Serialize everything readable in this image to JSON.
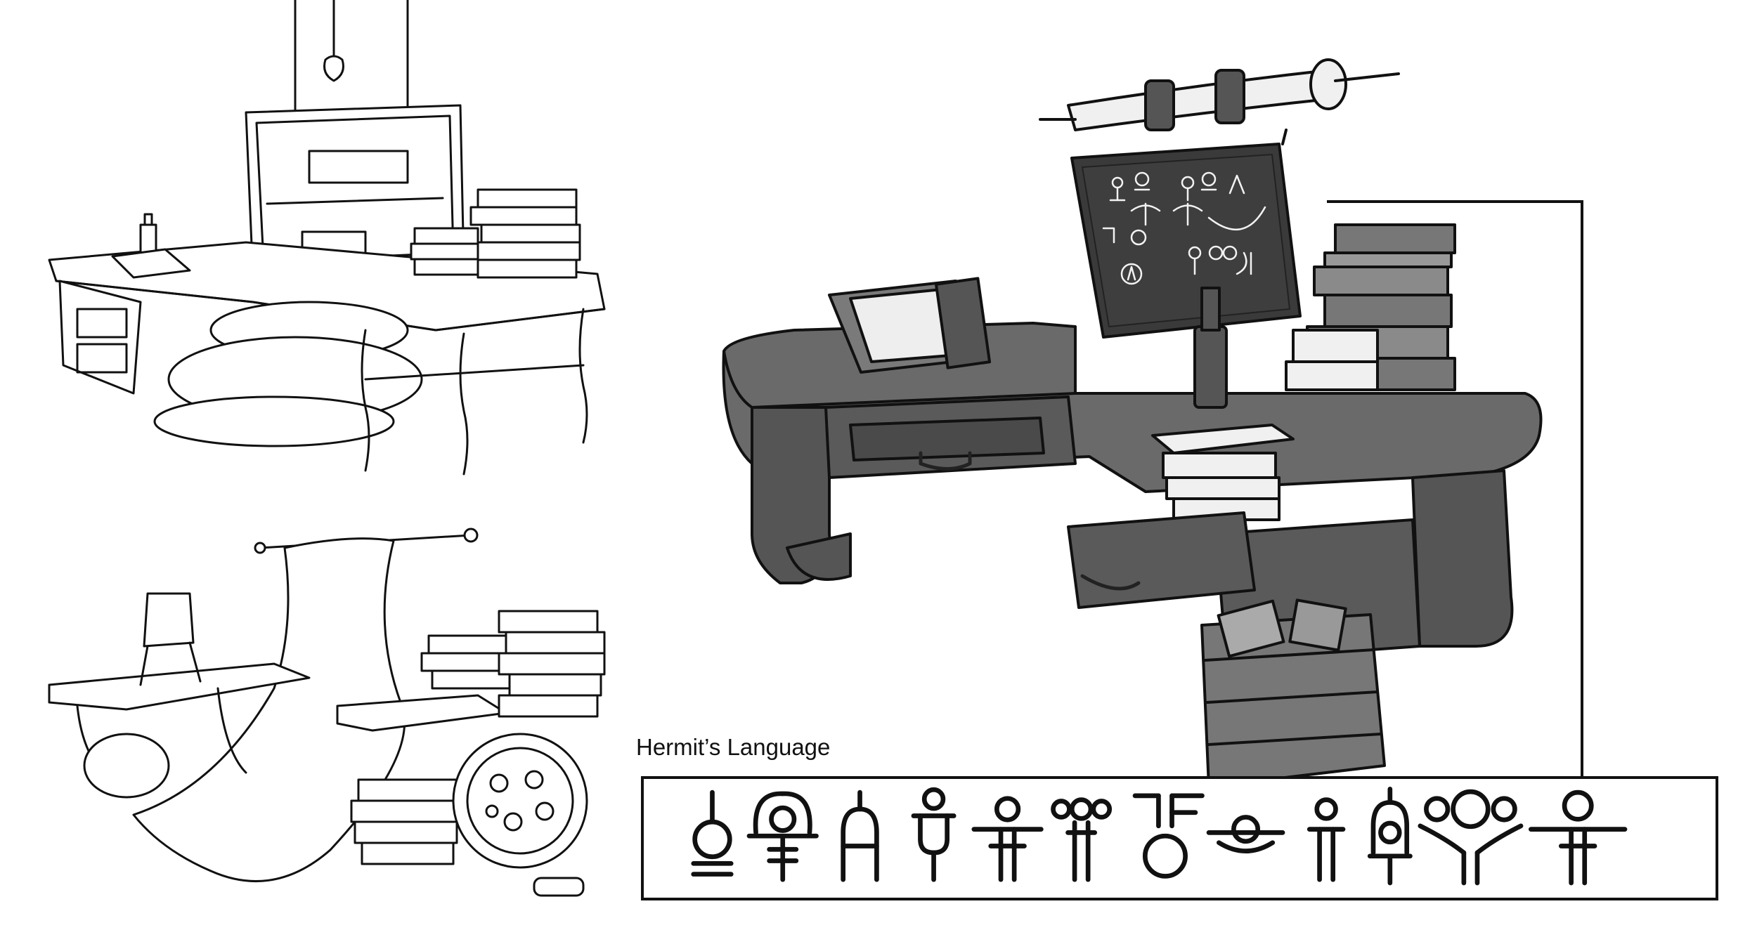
{
  "caption": {
    "title": "Hermit’s Language"
  },
  "colors": {
    "ink": "#111111",
    "desk_dark": "#555555",
    "desk_mid": "#8a8a8a",
    "board": "#3a3a3a",
    "paper": "#f4f4f4"
  },
  "glyphs": [
    "glyph-1",
    "glyph-2",
    "glyph-3",
    "glyph-4",
    "glyph-5",
    "glyph-6",
    "glyph-7",
    "glyph-8",
    "glyph-9",
    "glyph-10",
    "glyph-11",
    "glyph-12",
    "glyph-13"
  ]
}
